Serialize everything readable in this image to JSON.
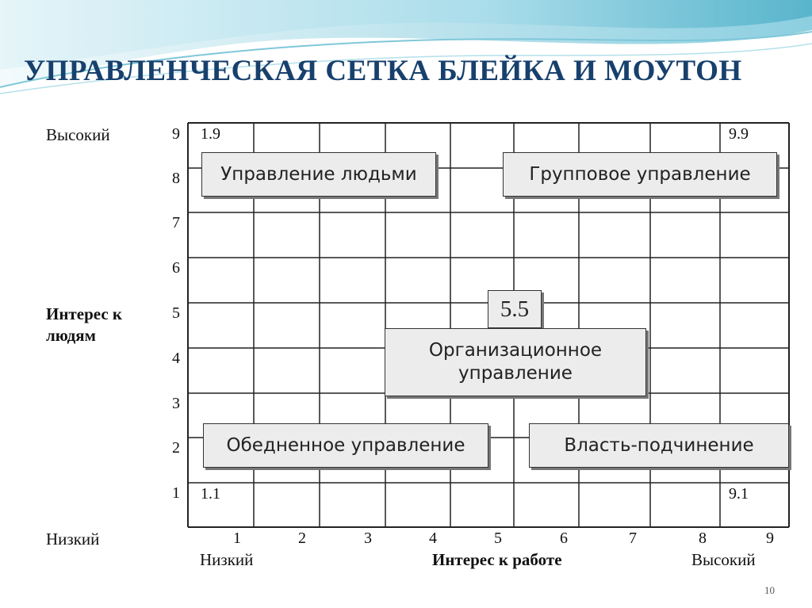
{
  "title": "УПРАВЛЕНЧЕСКАЯ СЕТКА  БЛЕЙКА И МОУТОН",
  "y_axis": {
    "high": "Высокий",
    "low": "Низкий",
    "label_line1": "Интерес  к",
    "label_line2": "людям",
    "ticks": [
      "1",
      "2",
      "3",
      "4",
      "5",
      "6",
      "7",
      "8",
      "9"
    ]
  },
  "x_axis": {
    "low": "Низкий",
    "label": "Интерес к работе",
    "high": "Высокий",
    "ticks": [
      "1",
      "2",
      "3",
      "4",
      "5",
      "6",
      "7",
      "8",
      "9"
    ]
  },
  "corners": {
    "top_left": "1.9",
    "top_right": "9.9",
    "bottom_left": "1.1",
    "bottom_right": "9.1"
  },
  "boxes": {
    "people": "Управление людьми",
    "group": "Групповое управление",
    "center_score": "5.5",
    "org_line1": "Организационное",
    "org_line2": "управление",
    "poor": "Обедненное управление",
    "authority": "Власть-подчинение"
  },
  "page_number": "10",
  "colors": {
    "title": "#17406d",
    "wave_light": "#bfe6f0",
    "wave_dark": "#5bb8cc"
  }
}
